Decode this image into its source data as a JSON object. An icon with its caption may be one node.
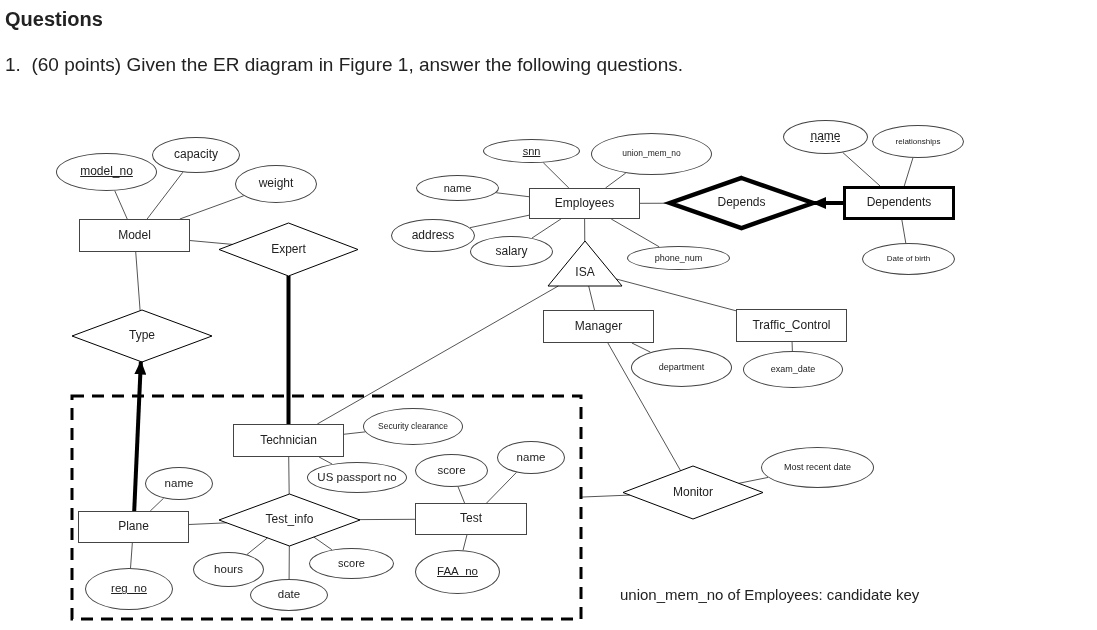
{
  "diagram": {
    "title": "Questions",
    "nodes": [
      {
        "text": [
          "Model"
        ]
      },
      {
        "text": [
          "model_no"
        ]
      },
      {
        "text": [
          "capacity"
        ]
      },
      {
        "text": [
          "weight"
        ]
      },
      {
        "text": [
          "Expert"
        ]
      },
      {
        "text": [
          "Type"
        ]
      },
      {
        "text": [
          "Employees"
        ]
      },
      {
        "text": [
          "snn"
        ]
      },
      {
        "text": [
          "union_mem_no"
        ]
      },
      {
        "text": [
          "name"
        ]
      },
      {
        "text": [
          "address"
        ]
      },
      {
        "text": [
          "salary"
        ]
      },
      {
        "text": [
          "phone_num"
        ]
      },
      {
        "text": [
          "ISA"
        ]
      },
      {
        "text": [
          "Depends"
        ]
      },
      {
        "text": [
          "Dependents"
        ]
      },
      {
        "text": [
          "name"
        ]
      },
      {
        "text": [
          "relationships"
        ]
      },
      {
        "text": [
          "Date of birth"
        ]
      },
      {
        "text": [
          "Manager"
        ]
      },
      {
        "text": [
          "department"
        ]
      },
      {
        "text": [
          "Traffic_Control"
        ]
      },
      {
        "text": [
          "exam_date"
        ]
      },
      {
        "text": [],
        "shape": "box"
      },
      {
        "text": [
          "Technician"
        ],
        "in": 23
      },
      {
        "text": [
          "Security clearance"
        ],
        "in": 23
      },
      {
        "text": [
          "US passport no"
        ],
        "in": 23
      },
      {
        "text": [
          "Plane"
        ],
        "in": 23
      },
      {
        "text": [
          "name"
        ],
        "in": 23
      },
      {
        "text": [
          "reg_no"
        ],
        "in": 23
      },
      {
        "text": [
          "Test_info"
        ],
        "in": 23
      },
      {
        "text": [
          "hours"
        ],
        "in": 23
      },
      {
        "text": [
          "date"
        ],
        "in": 23
      },
      {
        "text": [
          "score"
        ],
        "in": 23
      },
      {
        "text": [
          "Test"
        ],
        "in": 23
      },
      {
        "text": [
          "score"
        ],
        "in": 23
      },
      {
        "text": [
          "name"
        ],
        "in": 23
      },
      {
        "text": [
          "FAA_no"
        ],
        "in": 23
      },
      {
        "text": [
          "Monitor"
        ]
      },
      {
        "text": [
          "Most recent date"
        ]
      }
    ],
    "edges": [
      {
        "from": 1,
        "to": 0,
        "arrow": "none"
      },
      {
        "from": 2,
        "to": 0,
        "arrow": "none"
      },
      {
        "from": 3,
        "to": 0,
        "arrow": "none"
      },
      {
        "from": 0,
        "to": 4,
        "arrow": "none"
      },
      {
        "from": 0,
        "to": 5,
        "arrow": "none"
      },
      {
        "from": 27,
        "to": 5,
        "arrow": "to",
        "style": "thick"
      },
      {
        "from": 4,
        "to": 24,
        "arrow": "none",
        "style": "thick"
      },
      {
        "from": 7,
        "to": 6,
        "arrow": "none"
      },
      {
        "from": 8,
        "to": 6,
        "arrow": "none"
      },
      {
        "from": 9,
        "to": 6,
        "arrow": "none"
      },
      {
        "from": 10,
        "to": 6,
        "arrow": "none"
      },
      {
        "from": 11,
        "to": 6,
        "arrow": "none"
      },
      {
        "from": 12,
        "to": 6,
        "arrow": "none"
      },
      {
        "from": 6,
        "to": 13,
        "arrow": "none"
      },
      {
        "from": 13,
        "to": 24,
        "arrow": "none"
      },
      {
        "from": 13,
        "to": 19,
        "arrow": "none"
      },
      {
        "from": 13,
        "to": 21,
        "arrow": "none"
      },
      {
        "from": 6,
        "to": 14,
        "arrow": "none"
      },
      {
        "from": 15,
        "to": 14,
        "arrow": "to",
        "style": "thick"
      },
      {
        "from": 16,
        "to": 15,
        "arrow": "none"
      },
      {
        "from": 17,
        "to": 15,
        "arrow": "none"
      },
      {
        "from": 18,
        "to": 15,
        "arrow": "none"
      },
      {
        "from": 20,
        "to": 19,
        "arrow": "none"
      },
      {
        "from": 22,
        "to": 21,
        "arrow": "none"
      },
      {
        "from": 25,
        "to": 24,
        "arrow": "none"
      },
      {
        "from": 26,
        "to": 24,
        "arrow": "none"
      },
      {
        "from": 24,
        "to": 30,
        "arrow": "none"
      },
      {
        "from": 28,
        "to": 27,
        "arrow": "none"
      },
      {
        "from": 29,
        "to": 27,
        "arrow": "none"
      },
      {
        "from": 27,
        "to": 30,
        "arrow": "none"
      },
      {
        "from": 30,
        "to": 34,
        "arrow": "none"
      },
      {
        "from": 31,
        "to": 30,
        "arrow": "none"
      },
      {
        "from": 32,
        "to": 30,
        "arrow": "none"
      },
      {
        "from": 33,
        "to": 30,
        "arrow": "none"
      },
      {
        "from": 35,
        "to": 34,
        "arrow": "none"
      },
      {
        "from": 36,
        "to": 34,
        "arrow": "none"
      },
      {
        "from": 37,
        "to": 34,
        "arrow": "none"
      },
      {
        "from": 19,
        "to": 38,
        "arrow": "none"
      },
      {
        "from": 38,
        "to": 23,
        "arrow": "none"
      },
      {
        "from": 39,
        "to": 38,
        "arrow": "none"
      }
    ],
    "labels": [
      "1.  (60 points) Given the ER diagram in Figure 1, answer the following questions.",
      "union_mem_no of Employees: candidate key"
    ]
  }
}
